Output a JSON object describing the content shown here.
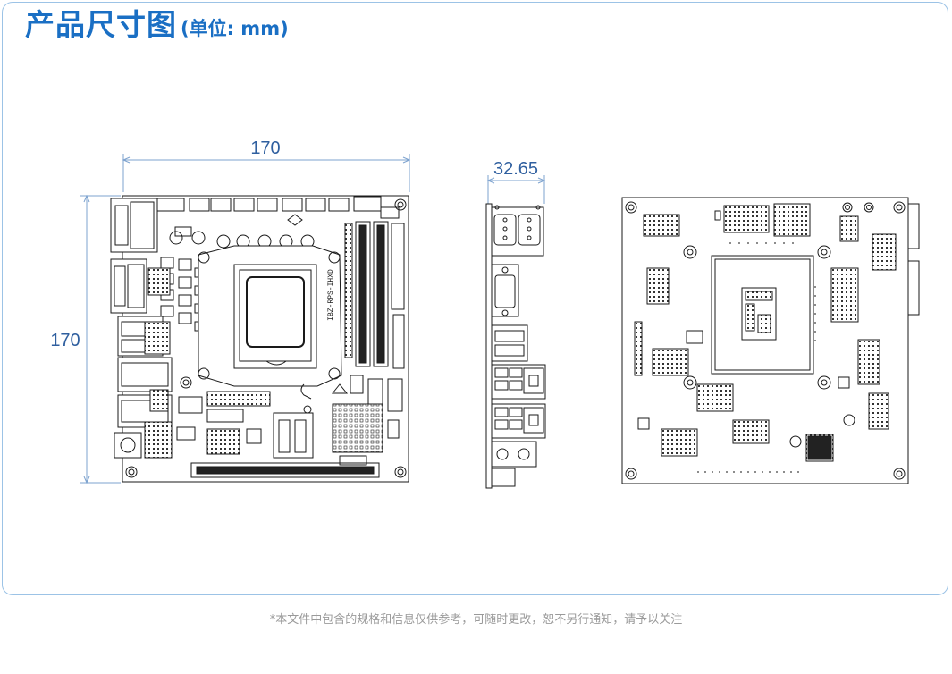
{
  "header": {
    "title": "产品尺寸图",
    "unit": "(单位: mm)"
  },
  "dimensions": {
    "width": "170",
    "height": "170",
    "thickness": "32.65"
  },
  "board_silkscreen": "IBZ-RPS-IHXD",
  "footer": {
    "note": "*本文件中包含的规格和信息仅供参考，可随时更改，恕不另行通知，请予以关注"
  },
  "colors": {
    "accent": "#1a6fc4",
    "border": "#9cc3e6",
    "dimension": "#2f5f9f",
    "line": "#1a1a1a"
  }
}
